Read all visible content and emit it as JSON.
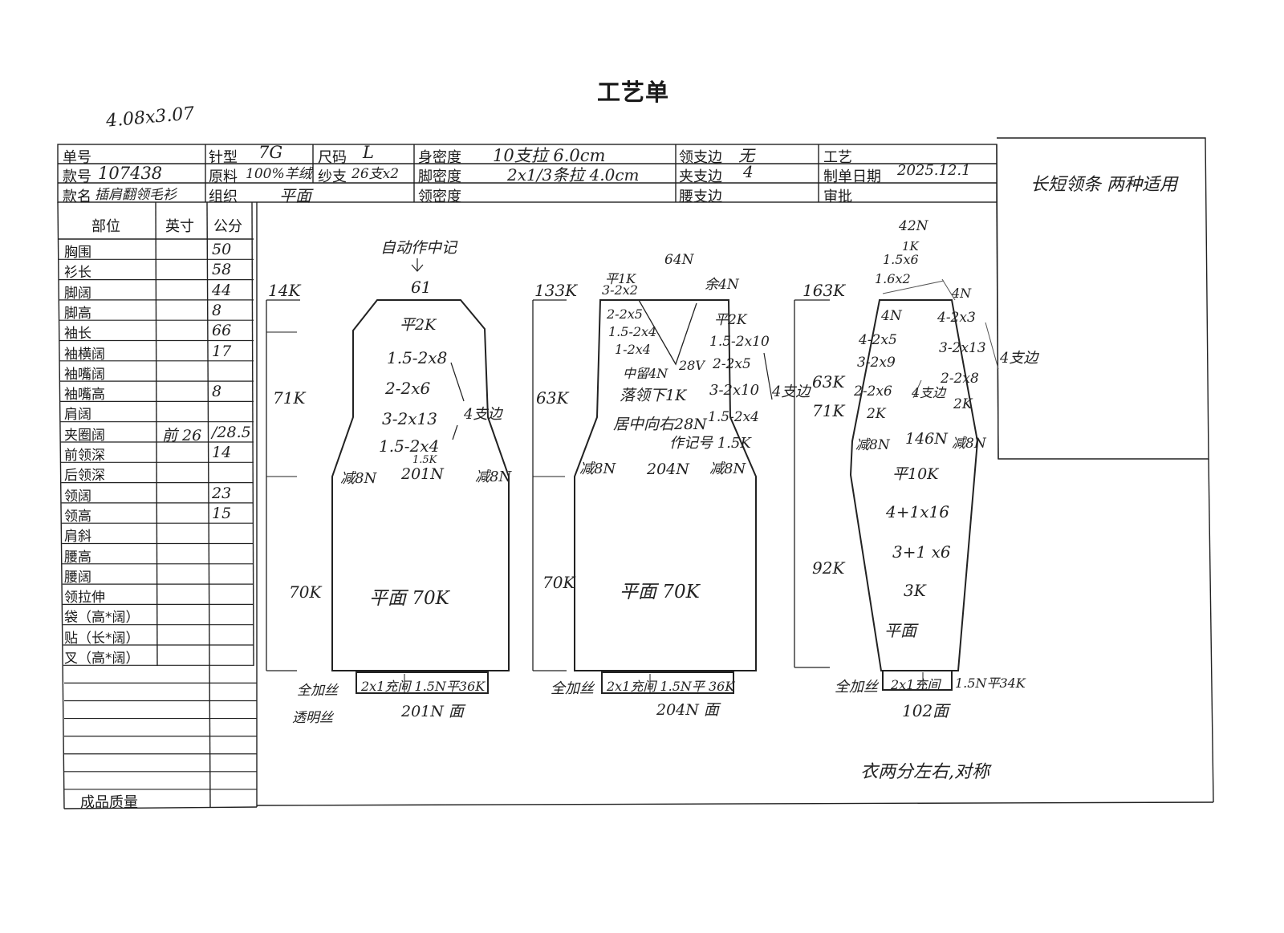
{
  "title": "工艺单",
  "corner_note": "4.08x3.07",
  "header": {
    "order_no_label": "单号",
    "order_no_value": "",
    "needle_label": "针型",
    "needle_value": "7G",
    "size_label": "尺码",
    "size_value": "L",
    "body_density_label": "身密度",
    "body_density_value": "10支拉 6.0cm",
    "collar_branch_label": "领支边",
    "collar_branch_value": "无",
    "craft_label": "工艺",
    "craft_value": "",
    "style_no_label": "款号",
    "style_no_value": "107438",
    "material_label": "原料",
    "material_value": "100%羊绒",
    "yarn_label": "纱支",
    "yarn_value": "26支x2",
    "hem_density_label": "脚密度",
    "hem_density_value": "2x1/3条拉 4.0cm",
    "armhole_branch_label": "夹支边",
    "armhole_branch_value": "4",
    "date_label": "制单日期",
    "date_value": "2025.12.1",
    "style_name_label": "款名",
    "style_name_value": "插肩翻领毛衫",
    "weave_label": "组织",
    "weave_value": "平面",
    "collar_density_label": "领密度",
    "collar_density_value": "",
    "waist_branch_label": "腰支边",
    "waist_branch_value": "",
    "approve_label": "审批",
    "approve_value": ""
  },
  "side_note": "长短领条 两种适用",
  "measure_table": {
    "headers": [
      "部位",
      "英寸",
      "公分"
    ],
    "rows": [
      {
        "part": "胸围",
        "inch": "",
        "cm": "50"
      },
      {
        "part": "衫长",
        "inch": "",
        "cm": "58"
      },
      {
        "part": "脚阔",
        "inch": "",
        "cm": "44"
      },
      {
        "part": "脚高",
        "inch": "",
        "cm": "8"
      },
      {
        "part": "袖长",
        "inch": "",
        "cm": "66"
      },
      {
        "part": "袖横阔",
        "inch": "",
        "cm": "17"
      },
      {
        "part": "袖嘴阔",
        "inch": "",
        "cm": ""
      },
      {
        "part": "袖嘴高",
        "inch": "",
        "cm": "8"
      },
      {
        "part": "肩阔",
        "inch": "",
        "cm": ""
      },
      {
        "part": "夹圈阔",
        "inch": "前 26",
        "cm": "/28.5"
      },
      {
        "part": "前领深",
        "inch": "",
        "cm": "14"
      },
      {
        "part": "后领深",
        "inch": "",
        "cm": ""
      },
      {
        "part": "领阔",
        "inch": "",
        "cm": "23"
      },
      {
        "part": "领高",
        "inch": "",
        "cm": "15"
      },
      {
        "part": "肩斜",
        "inch": "",
        "cm": ""
      },
      {
        "part": "腰高",
        "inch": "",
        "cm": ""
      },
      {
        "part": "腰阔",
        "inch": "",
        "cm": ""
      },
      {
        "part": "领拉伸",
        "inch": "",
        "cm": ""
      },
      {
        "part": "袋（高*阔）",
        "inch": "",
        "cm": ""
      },
      {
        "part": "贴（长*阔）",
        "inch": "",
        "cm": ""
      },
      {
        "part": "叉（高*阔）",
        "inch": "",
        "cm": ""
      }
    ],
    "footer": "成品质量"
  },
  "back_panel": {
    "top_note": "自动作中记",
    "top_count": "61",
    "left_top": "14K",
    "left_mid": "71K",
    "left_bottom": "70K",
    "flat_top": "平2K",
    "dec1": "1.5-2x8",
    "dec2": "2-2x6",
    "dec3": "3-2x13",
    "dec4": "1.5-2x4",
    "dec5": "1.5K",
    "side_note": "4支边",
    "reduce_left": "减8N",
    "reduce_right": "减8N",
    "count": "201N",
    "body": "平面 70K",
    "rib": "2x1充间 1.5N平36K",
    "bottom_left1": "全加丝",
    "bottom_left2": "透明丝",
    "bottom": "201N 面"
  },
  "front_panel": {
    "left_top": "133K",
    "left_mid": "63K",
    "left_bottom": "70K",
    "n1": "平1K",
    "n2": "3-2x2",
    "n3": "64N",
    "n4": "余4N",
    "n5": "2-2x5",
    "n6": "1.5-2x4",
    "n7": "1-2x4",
    "n8": "中留4N",
    "n9": "28V",
    "n10": "落领下1K",
    "n11": "居中向右28N",
    "n12": "作记号 1.5K",
    "r1": "平2K",
    "r2": "1.5-2x10",
    "r3": "2-2x5",
    "r4": "3-2x10",
    "r5": "1.5-2x4",
    "side_note": "4支边",
    "reduce_left": "减8N",
    "reduce_right": "减8N",
    "count": "204N",
    "body": "平面 70K",
    "rib": "2x1充间 1.5N平 36K",
    "bottom_left": "全加丝",
    "bottom": "204N 面"
  },
  "sleeve_panel": {
    "top_count": "42N",
    "t1": "1K",
    "t2": "1.5x6",
    "t3": "1.6x2",
    "t4": "4N",
    "left_top": "163K",
    "left_mid1": "63K",
    "left_mid2": "71K",
    "left_bottom": "92K",
    "l1": "4N",
    "l2": "4-2x5",
    "l3": "3-2x9",
    "l4": "2-2x6",
    "l5": "2K",
    "r1": "4-2x3",
    "r2": "3-2x13",
    "r3": "2-2x8",
    "r4": "2K",
    "mid_note": "4支边",
    "side_note": "4支边",
    "reduce_left": "减8N",
    "reduce_right": "减8N",
    "count": "146N",
    "i1": "平10K",
    "i2": "4+1x16",
    "i3": "3+1 x6",
    "i4": "3K",
    "i5": "平面",
    "rib": "2x1充间",
    "rib_right": "1.5N平34K",
    "bottom_left": "全加丝",
    "bottom": "102面"
  },
  "bottom_note": "衣两分左右,对称"
}
